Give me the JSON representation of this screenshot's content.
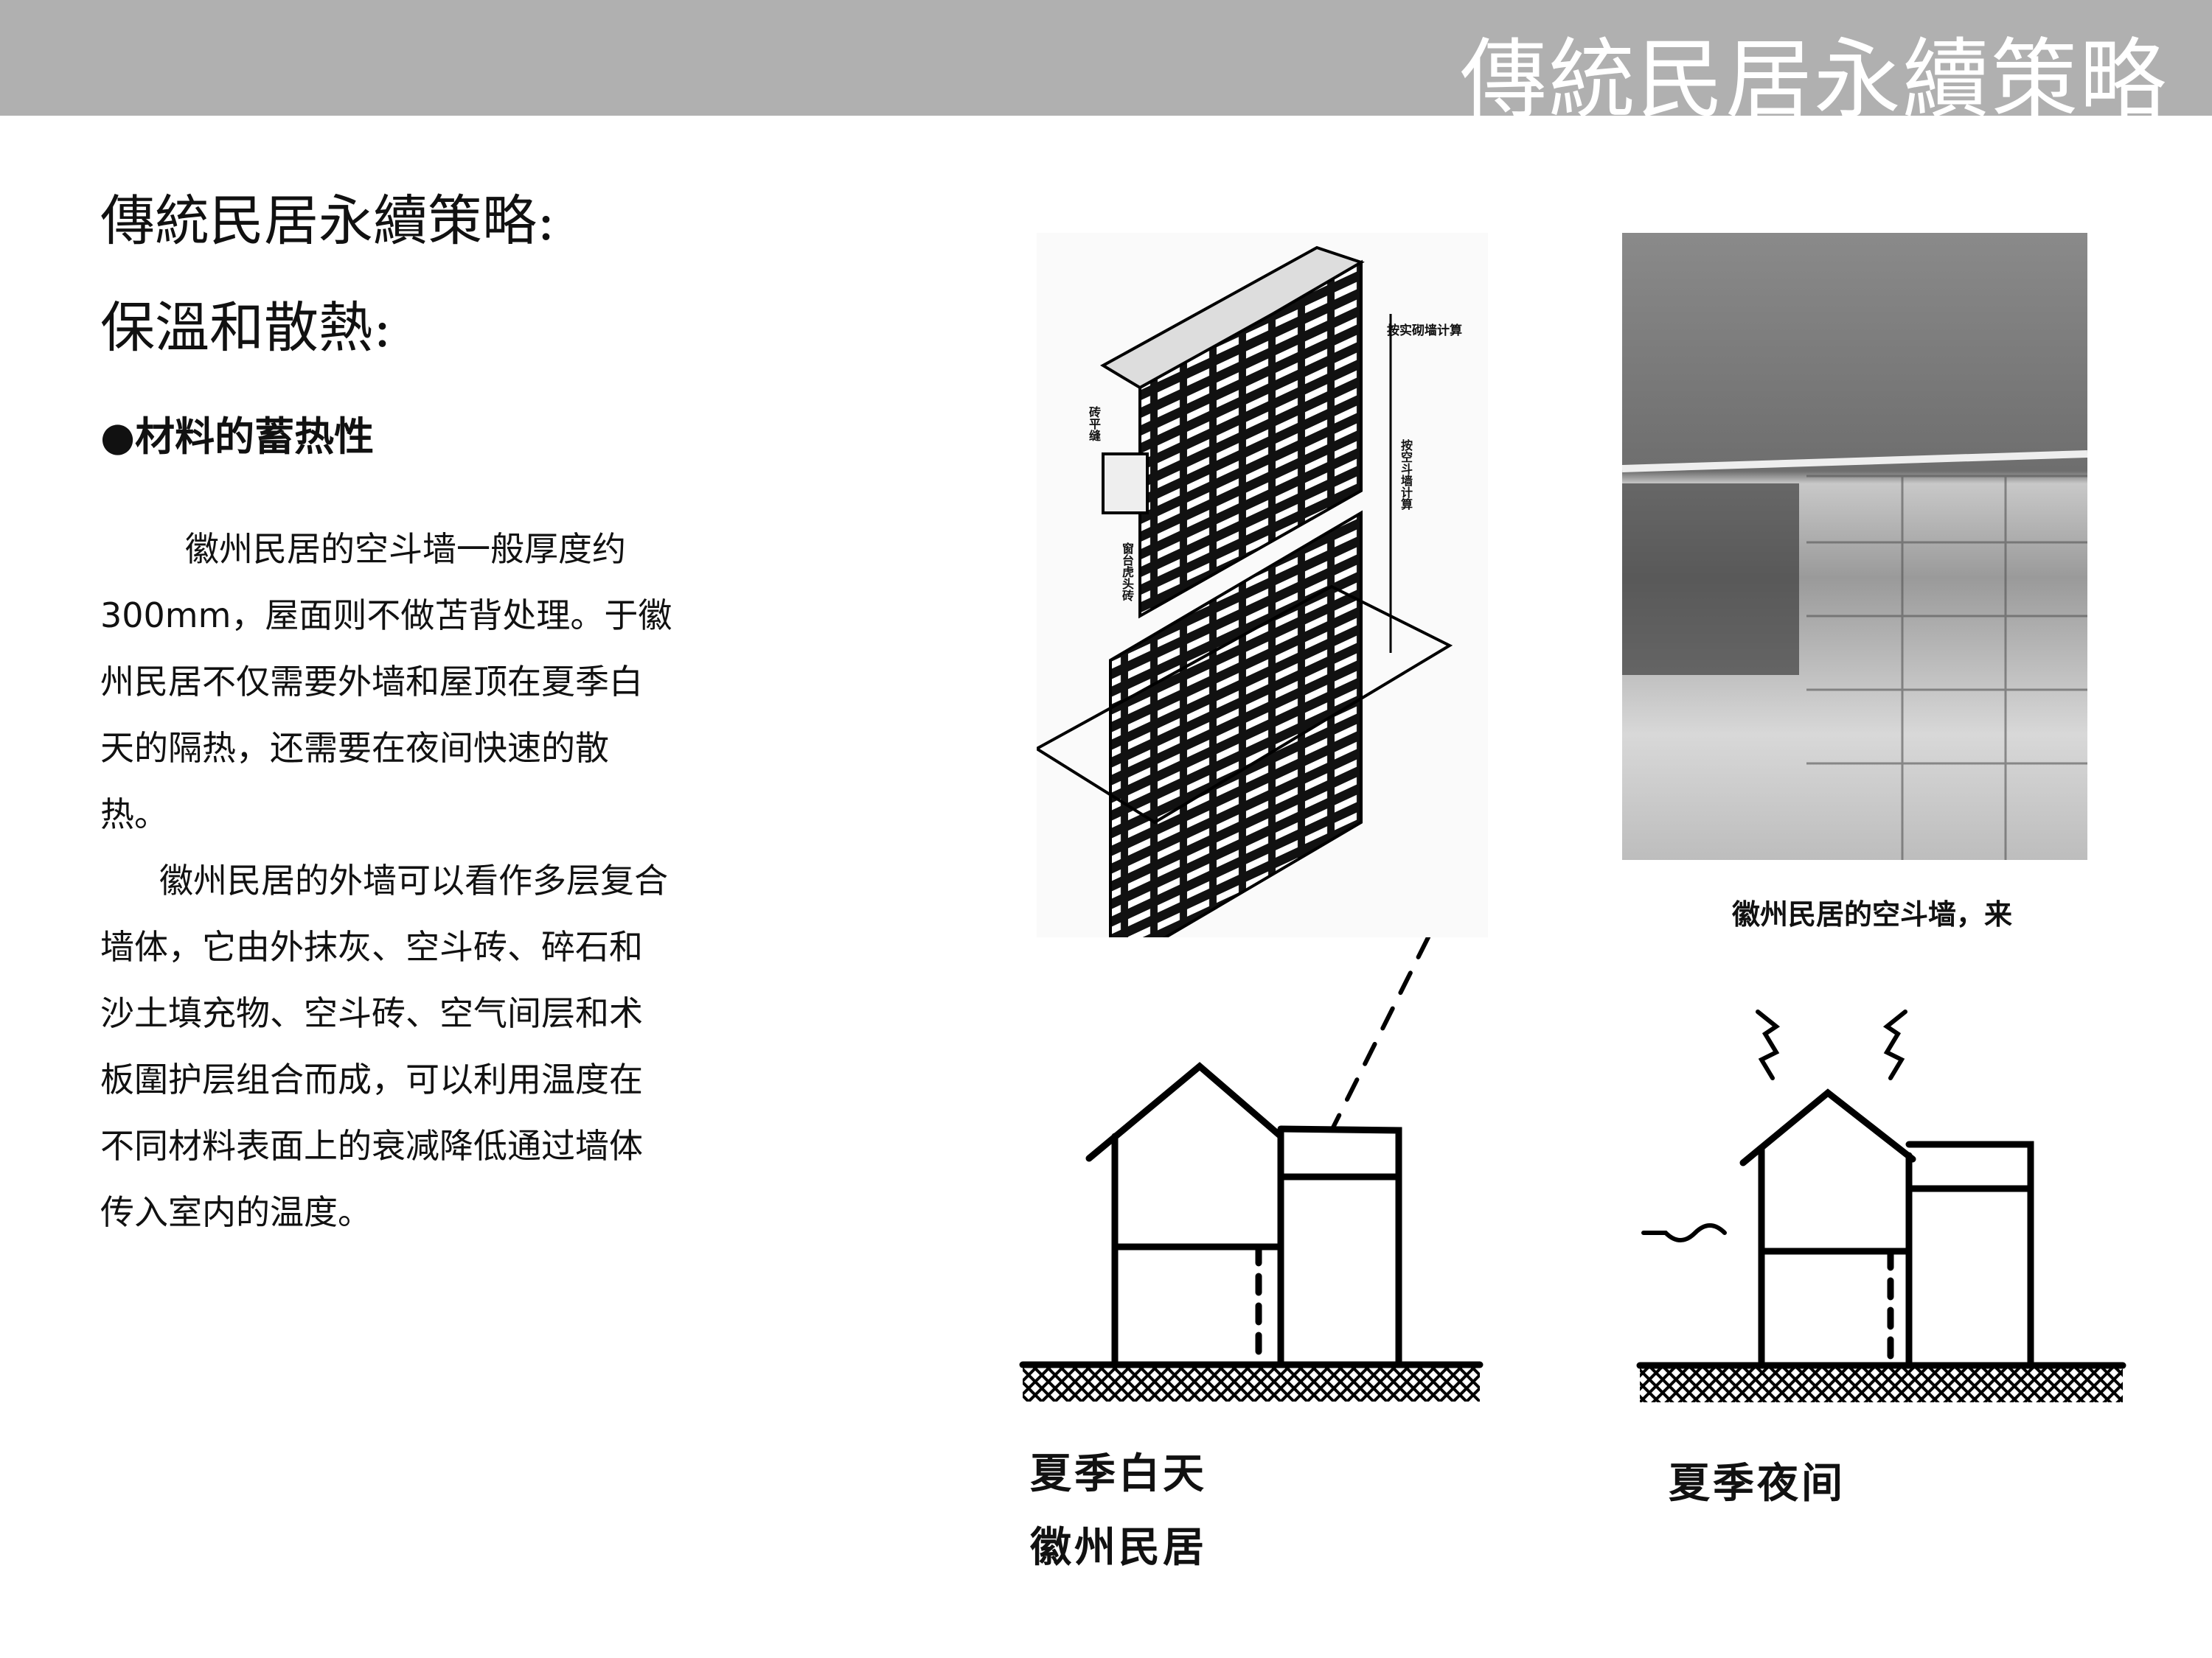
{
  "header": {
    "title": "傳統民居永續策略"
  },
  "headings": {
    "main": "傳統民居永續策略:",
    "sub": "保溫和散熱:",
    "bullet": "●材料的蓄热性"
  },
  "body": {
    "paragraph1": "徽州民居的空斗墙一般厚度约300mm，屋面则不做苫背处理。于徽州民居不仅需要外墙和屋顶在夏季白天的隔热，还需要在夜间快速的散热。",
    "paragraph2": "徽州民居的外墙可以看作多层复合墙体，它由外抹灰、空斗砖、碎石和沙土填充物、空斗砖、空气间层和术板圍护层组合而成，可以利用温度在不同材料表面上的衰减降低通过墙体传入室内的温度。"
  },
  "figures": {
    "wall_diagram": {
      "labels": [
        "按实砌墙计算",
        "砖平缝",
        "按空斗墙计算",
        "窗台虎头砖"
      ]
    },
    "photo_caption": "徽州民居的空斗墙，来",
    "sketch_day": {
      "caption_line1": "夏季白天",
      "caption_line2": "徽州民居"
    },
    "sketch_night": {
      "caption": "夏季夜间"
    }
  }
}
